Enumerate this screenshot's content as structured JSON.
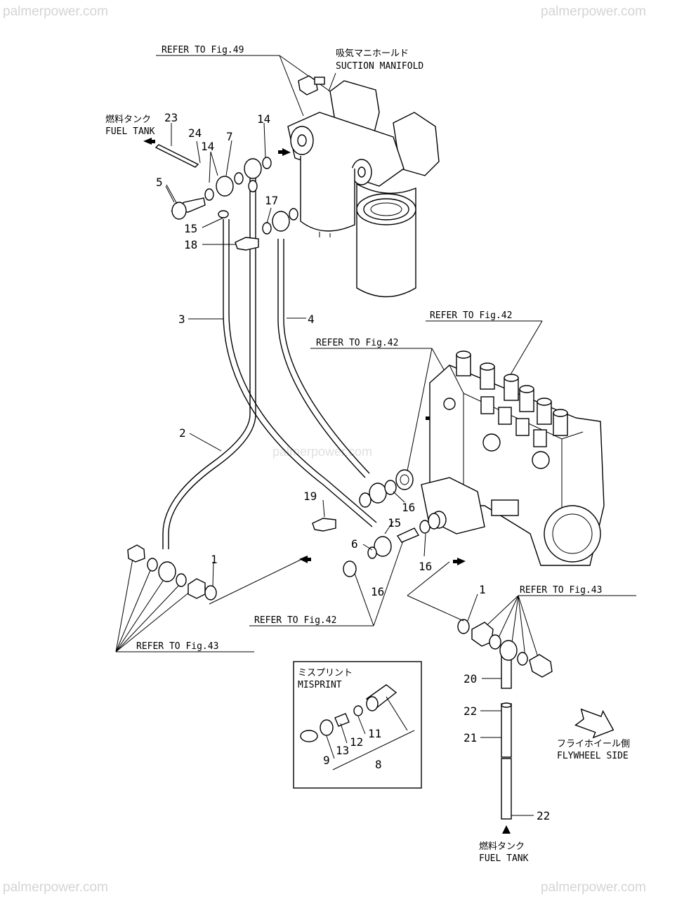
{
  "watermarks": {
    "top_left": "palmerpower.com",
    "top_right": "palmerpower.com",
    "center": "palmerpower.com",
    "bottom_left": "palmerpower.com",
    "bottom_right": "palmerpower.com"
  },
  "references": {
    "fig49": "REFER TO Fig.49",
    "fig42_top": "REFER TO Fig.42",
    "fig42_mid": "REFER TO Fig.42",
    "fig42_bottom": "REFER TO Fig.42",
    "fig43_left": "REFER TO Fig.43",
    "fig43_right": "REFER TO Fig.43"
  },
  "annotations": {
    "suction_manifold_jp": "吸気マニホールド",
    "suction_manifold_en": "SUCTION MANIFOLD",
    "fuel_tank_top_jp": "燃料タンク",
    "fuel_tank_top_en": "FUEL TANK",
    "fuel_tank_bottom_jp": "燃料タンク",
    "fuel_tank_bottom_en": "FUEL TANK",
    "flywheel_jp": "フライホイール側",
    "flywheel_en": "FLYWHEEL SIDE",
    "misprint_jp": "ミスプリント",
    "misprint_en": "MISPRINT"
  },
  "part_numbers": {
    "p1a": "1",
    "p1b": "1",
    "p2": "2",
    "p3": "3",
    "p4": "4",
    "p5": "5",
    "p6": "6",
    "p7": "7",
    "p8": "8",
    "p9": "9",
    "p11": "11",
    "p12": "12",
    "p13": "13",
    "p14a": "14",
    "p14b": "14",
    "p15a": "15",
    "p15b": "15",
    "p16a": "16",
    "p16b": "16",
    "p16c": "16",
    "p17": "17",
    "p18": "18",
    "p19": "19",
    "p20": "20",
    "p21": "21",
    "p22a": "22",
    "p22b": "22",
    "p23": "23",
    "p24": "24"
  }
}
